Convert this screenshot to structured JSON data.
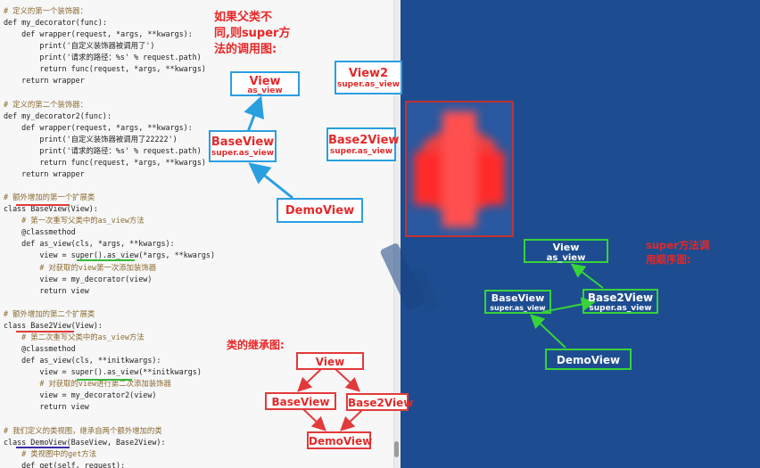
{
  "code_lines": [
    {
      "text": "# 定义的第一个装饰器：",
      "type": "comment"
    },
    {
      "text": "def my_decorator(func):",
      "type": "code"
    },
    {
      "text": "    def wrapper(request, *args, **kwargs):",
      "type": "code"
    },
    {
      "text": "        print('自定义装饰器被调用了')",
      "type": "code"
    },
    {
      "text": "        print('请求的路径：%s' % request.path)",
      "type": "code"
    },
    {
      "text": "        return func(request, *args, **kwargs)",
      "type": "code"
    },
    {
      "text": "    return wrapper",
      "type": "code"
    },
    {
      "text": "",
      "type": "code"
    },
    {
      "text": "# 定义的第二个装饰器：",
      "type": "comment"
    },
    {
      "text": "def my_decorator2(func):",
      "type": "code"
    },
    {
      "text": "    def wrapper(request, *args, **kwargs):",
      "type": "code"
    },
    {
      "text": "        print('自定义装饰器被调用了22222')",
      "type": "code"
    },
    {
      "text": "        print('请求的路径：%s' % request.path)",
      "type": "code"
    },
    {
      "text": "        return func(request, *args, **kwargs)",
      "type": "code"
    },
    {
      "text": "    return wrapper",
      "type": "code"
    },
    {
      "text": "",
      "type": "code"
    },
    {
      "text": "# 额外增加的第一个扩展类",
      "type": "comment"
    },
    {
      "text": "class BaseView(View):",
      "type": "code"
    },
    {
      "text": "    # 第一次重写父类中的as_view方法",
      "type": "comment"
    },
    {
      "text": "    @classmethod",
      "type": "code"
    },
    {
      "text": "    def as_view(cls, *args, **kwargs):",
      "type": "code"
    },
    {
      "text": "        view = super().as_view(*args, **kwargs)",
      "type": "code"
    },
    {
      "text": "        # 对获取的view第一次添加装饰器",
      "type": "comment"
    },
    {
      "text": "        view = my_decorator(view)",
      "type": "code"
    },
    {
      "text": "        return view",
      "type": "code"
    },
    {
      "text": "",
      "type": "code"
    },
    {
      "text": "# 额外增加的第二个扩展类",
      "type": "comment"
    },
    {
      "text": "class Base2View(View):",
      "type": "code"
    },
    {
      "text": "    # 第二次重写父类中的as_view方法",
      "type": "comment"
    },
    {
      "text": "    @classmethod",
      "type": "code"
    },
    {
      "text": "    def as_view(cls, **initkwargs):",
      "type": "code"
    },
    {
      "text": "        view = super().as_view(**initkwargs)",
      "type": "code"
    },
    {
      "text": "        # 对获取的view进行第二次添加装饰器",
      "type": "comment"
    },
    {
      "text": "        view = my_decorator2(view)",
      "type": "code"
    },
    {
      "text": "        return view",
      "type": "code"
    },
    {
      "text": "",
      "type": "code"
    },
    {
      "text": "# 我们定义的类视图，继承自两个额外增加的类",
      "type": "comment"
    },
    {
      "text": "class DemoView(BaseView, Base2View):",
      "type": "code"
    },
    {
      "text": "    # 类视图中的get方法",
      "type": "comment"
    },
    {
      "text": "    def get(self, request):",
      "type": "code"
    }
  ],
  "annotations": {
    "different_parent_title": [
      "如果父类不",
      "同,则super方",
      "法的调用图:"
    ],
    "inheritance_title": "类的继承图:",
    "super_order_title": [
      "super方法调",
      "用顺序图:"
    ]
  },
  "call_graph": {
    "view": {
      "title": "View",
      "sub": "as_view"
    },
    "baseview": {
      "title": "BaseView",
      "sub": "super.as_view"
    },
    "demoview": {
      "title": "DemoView"
    },
    "view2": {
      "title": "View2",
      "sub": "super.as_view"
    },
    "base2view": {
      "title": "Base2View",
      "sub": "super.as_view"
    }
  },
  "inheritance": {
    "view": "View",
    "baseview": "BaseView",
    "base2view": "Base2View",
    "demoview": "DemoView"
  },
  "super_order": {
    "view": {
      "title": "View",
      "sub": "as_view"
    },
    "baseview": {
      "title": "BaseView",
      "sub": "super.as_view"
    },
    "base2view": {
      "title": "Base2View",
      "sub": "super.as_view"
    },
    "demoview": {
      "title": "DemoView"
    }
  },
  "colors": {
    "right_panel": "#1d4d90",
    "label_red": "#e22a2a",
    "border_blue": "#2a9fe0",
    "border_green": "#37d33a",
    "arrow_blue": "#2a9fe0",
    "arrow_red": "#e23a3a",
    "arrow_green": "#37d33a"
  }
}
